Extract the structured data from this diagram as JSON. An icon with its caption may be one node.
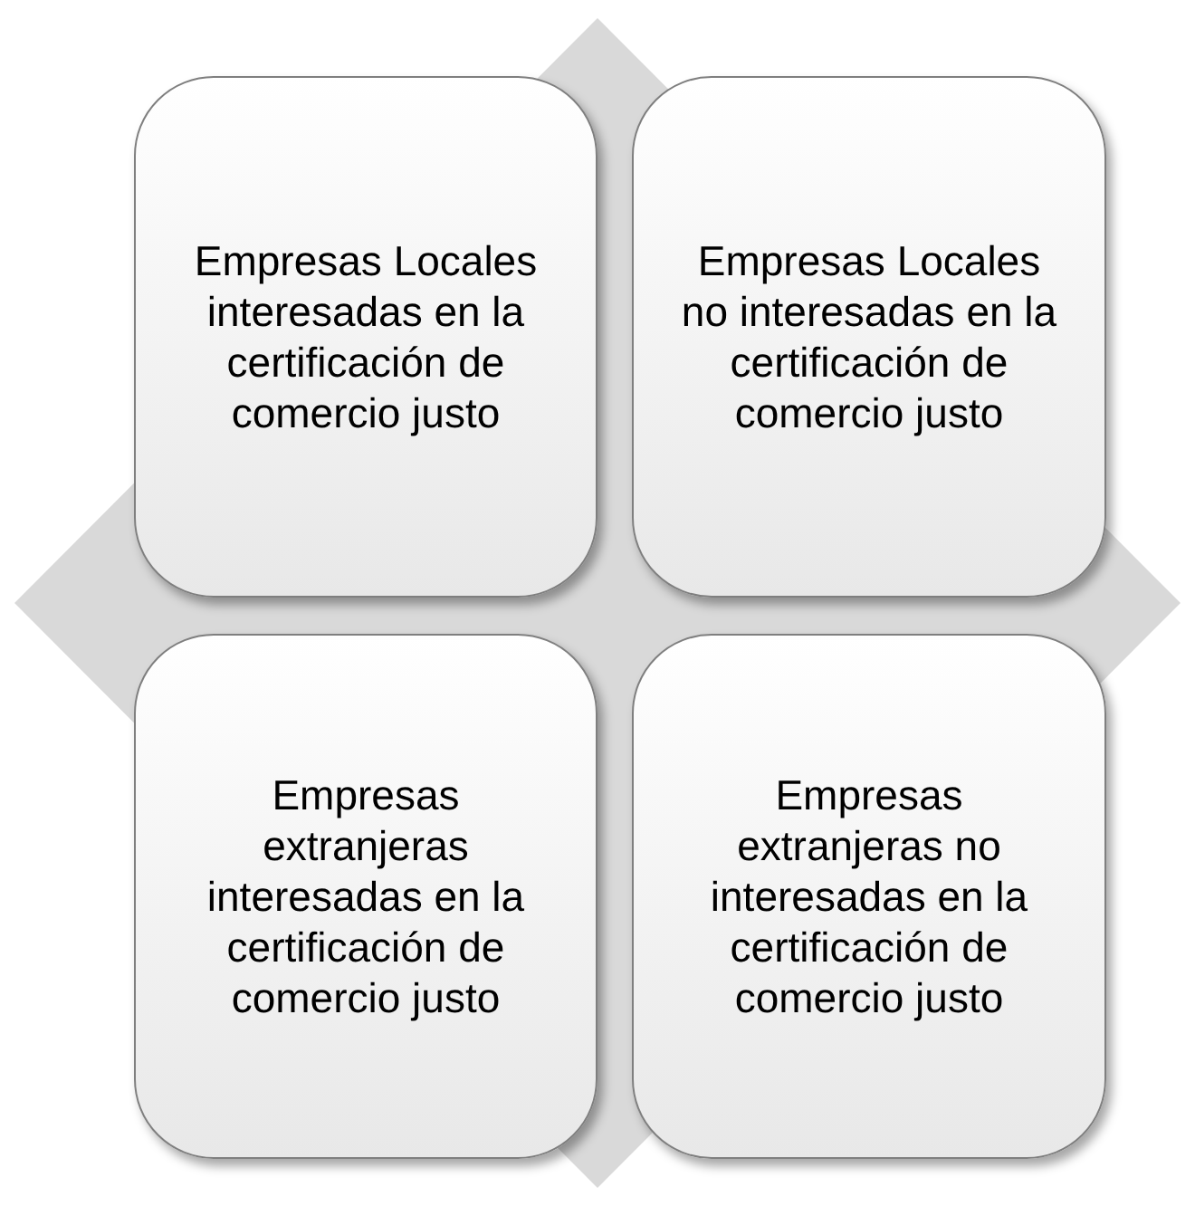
{
  "diagram": {
    "nodes": [
      {
        "text": [
          "Empresas Locales interesadas en la certificación de comercio justo"
        ]
      },
      {
        "text": [
          "Empresas Locales no interesadas en la certificación de comercio justo"
        ]
      },
      {
        "text": [
          "Empresas extranjeras interesadas en la certificación de comercio justo"
        ]
      },
      {
        "text": [
          "Empresas extranjeras no interesadas en la certificación de comercio justo"
        ]
      }
    ]
  }
}
